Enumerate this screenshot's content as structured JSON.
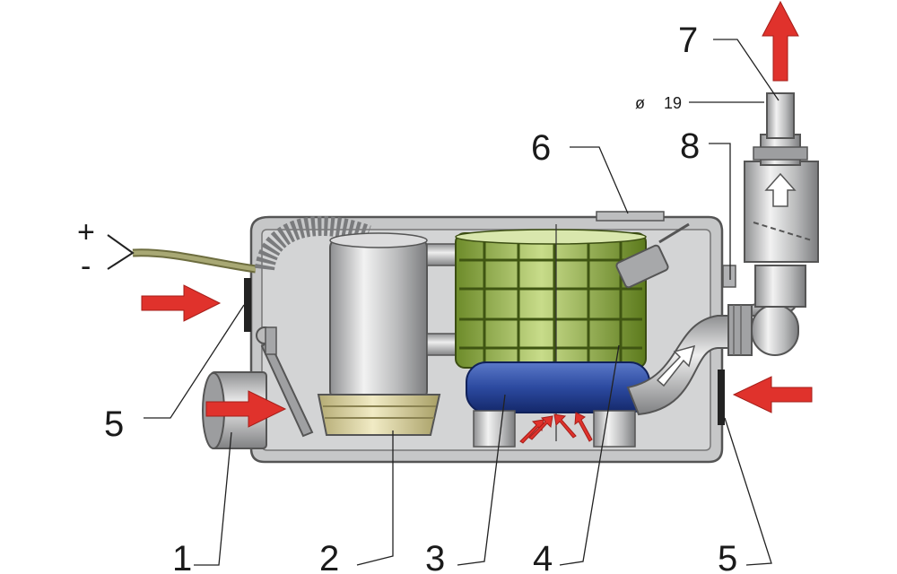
{
  "diagram": {
    "callouts": {
      "c1": "1",
      "c2": "2",
      "c3": "3",
      "c4": "4",
      "c5_left": "5",
      "c5_right": "5",
      "c6": "6",
      "c7": "7",
      "c8": "8"
    },
    "dimension": {
      "symbol": "ø",
      "value": "19"
    },
    "polarity": {
      "plus": "+",
      "minus": "-"
    },
    "colors": {
      "housing": "#c9cacb",
      "housing_stroke": "#5a5a5a",
      "filter": "#8fb04a",
      "filter_dark": "#5f7d22",
      "impeller_base": "#2c4aa0",
      "motor": "#b9b9bb",
      "arrow": "#e0322c",
      "cable": "#8a8a55"
    }
  }
}
